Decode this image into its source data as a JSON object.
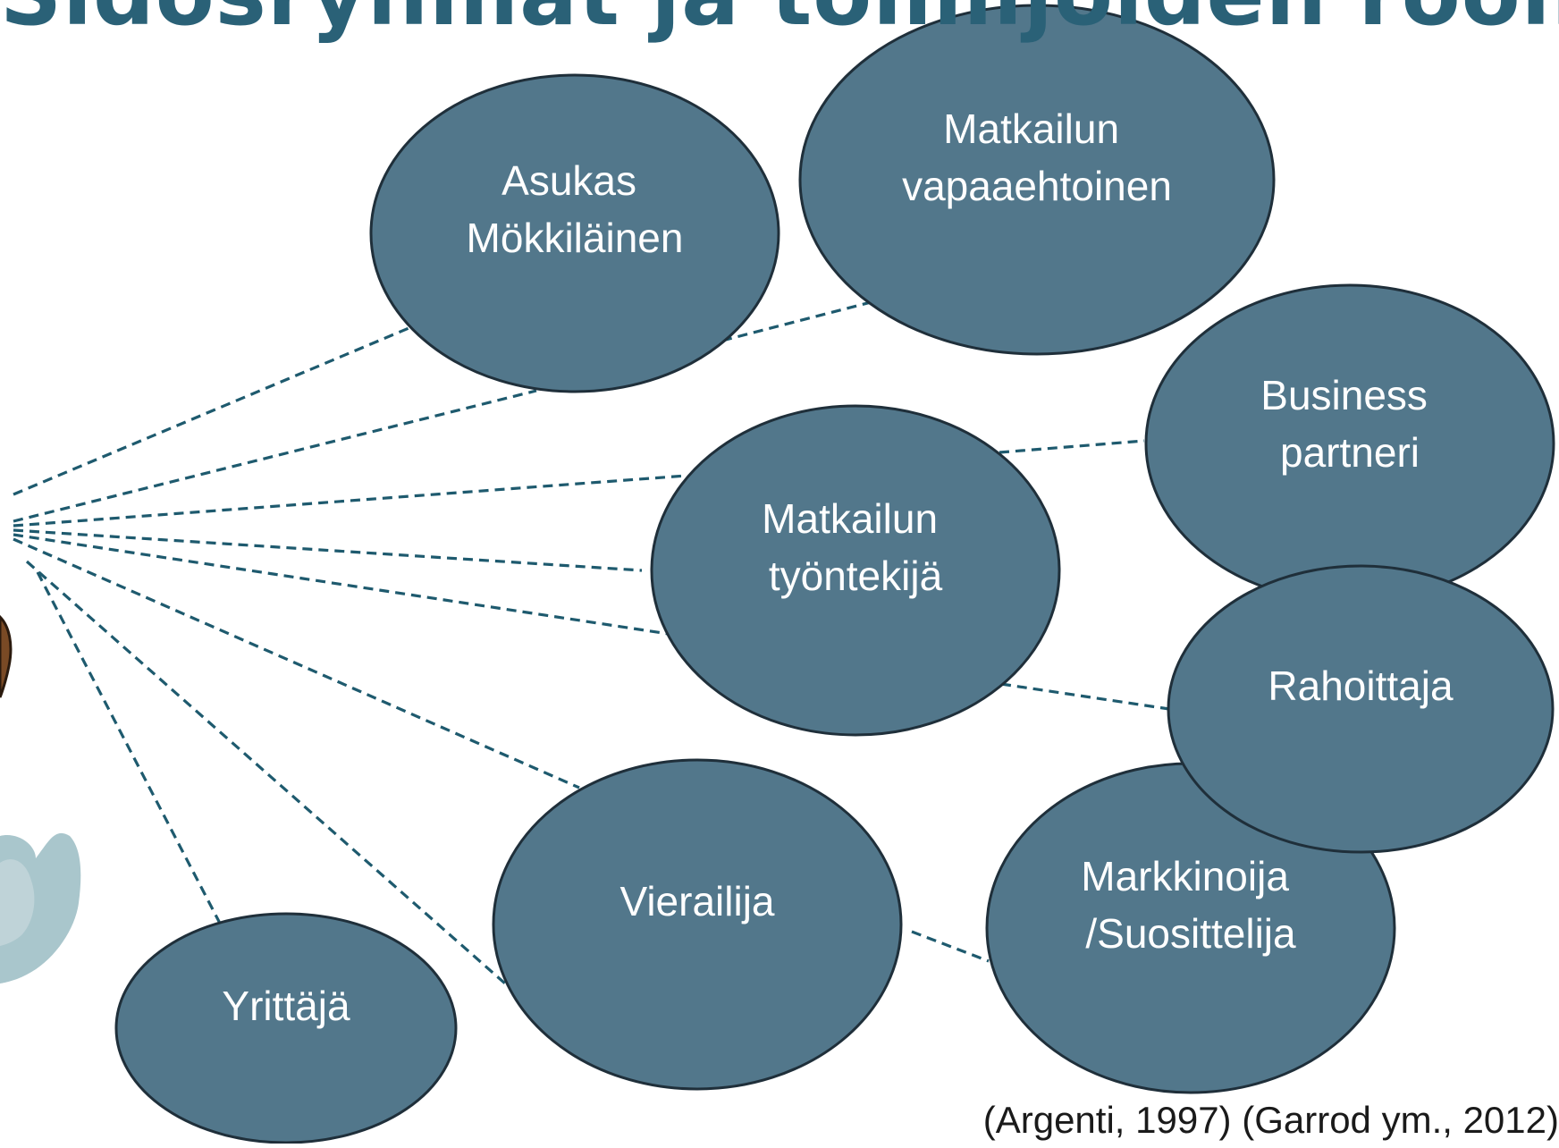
{
  "title": {
    "visible_text": "Sidosryhmät ja toimijoiden roolit"
  },
  "colors": {
    "node_fill": "#52778b",
    "node_stroke": "#1f2f3a",
    "connector": "#1e5a6e",
    "title": "#2a6177",
    "label_text": "#ffffff"
  },
  "nodes": [
    {
      "id": "asukas",
      "lines": [
        "Asukas",
        "Mökkiläinen"
      ]
    },
    {
      "id": "vapaaehtoinen",
      "lines": [
        "Matkailun",
        "vapaaehtoinen"
      ]
    },
    {
      "id": "business",
      "lines": [
        "Business",
        "partneri"
      ]
    },
    {
      "id": "tyontekija",
      "lines": [
        "Matkailun",
        "työntekijä"
      ]
    },
    {
      "id": "rahoittaja",
      "lines": [
        "Rahoittaja"
      ]
    },
    {
      "id": "vierailija",
      "lines": [
        "Vierailija"
      ]
    },
    {
      "id": "markkinoija",
      "lines": [
        "Markkinoija",
        "/Suosittelija"
      ]
    },
    {
      "id": "yrittaja",
      "lines": [
        "Yrittäjä"
      ]
    }
  ],
  "citation": "(Argenti, 1997) (Garrod ym., 2012)"
}
